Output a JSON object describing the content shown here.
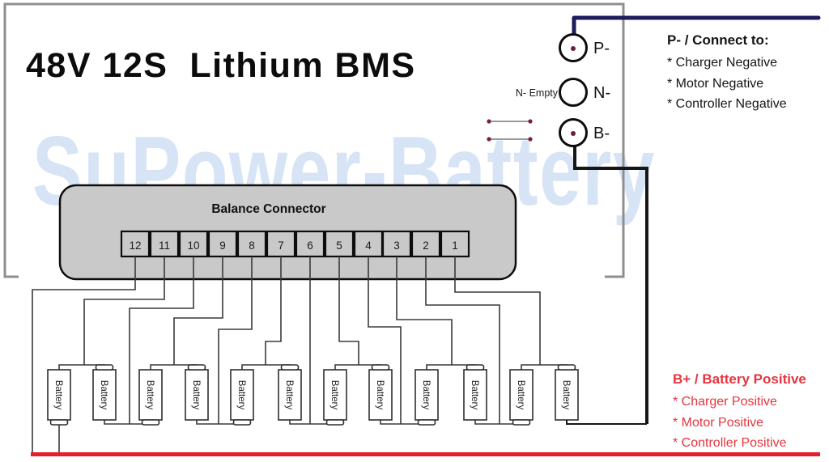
{
  "title": "48V 12S  Lithium BMS",
  "watermark": "SuPower-Battery",
  "balance_connector": {
    "label": "Balance Connector",
    "pins": [
      "12",
      "11",
      "10",
      "9",
      "8",
      "7",
      "6",
      "5",
      "4",
      "3",
      "2",
      "1"
    ]
  },
  "batteries": {
    "count": 12,
    "label": "Battery"
  },
  "terminals": {
    "p_minus": {
      "label": "P-"
    },
    "n_minus": {
      "label": "N-",
      "note": "N- Empty"
    },
    "b_minus": {
      "label": "B-"
    }
  },
  "notes": {
    "p_minus": {
      "heading": "P- / Connect to:",
      "items": [
        "* Charger Negative",
        "* Motor Negative",
        "* Controller Negative"
      ]
    },
    "b_plus": {
      "heading": "B+ / Battery Positive",
      "items": [
        "* Charger Positive",
        "* Motor Positive",
        "* Controller Positive"
      ]
    }
  },
  "colors": {
    "navy": "#1c1c5e",
    "red_wire": "#e2202e",
    "red_text": "#e5353f",
    "connector_fill": "#c9c9c9",
    "wire": "#3a3a3a",
    "watermark": "#d7e4f5",
    "border_gray": "#8f8f8f",
    "dot": "#6d2030"
  }
}
